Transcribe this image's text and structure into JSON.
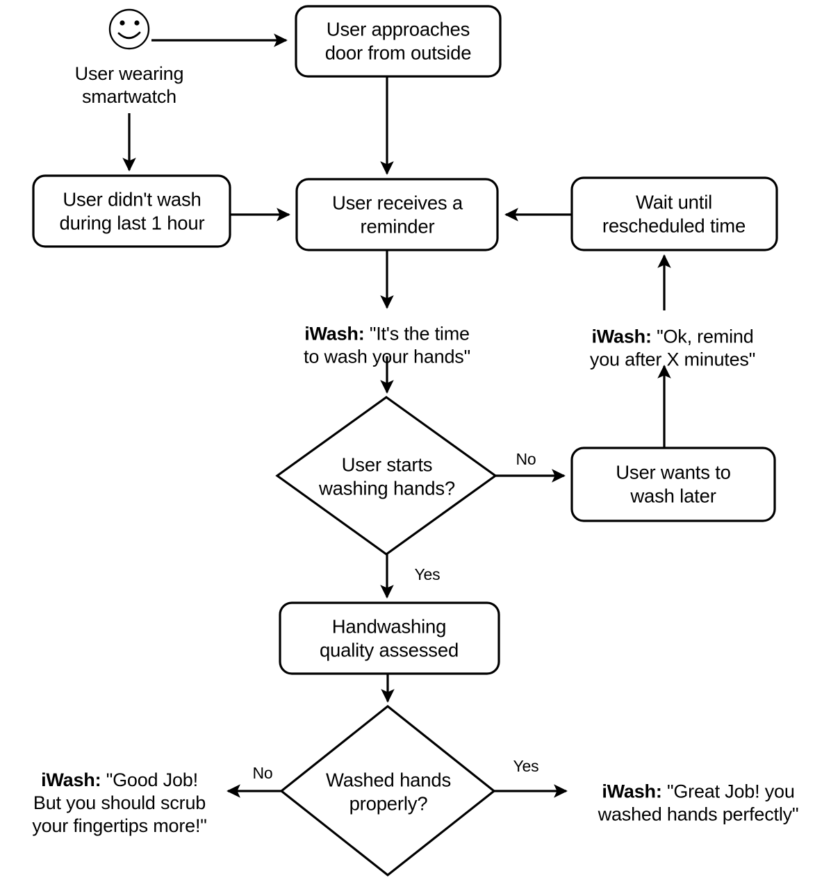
{
  "diagram": {
    "title": "iWash handwashing reminder flowchart",
    "stroke_color": "#000000",
    "fill_color": "#ffffff",
    "background": "#ffffff"
  },
  "actor": {
    "icon": "smiley-face-icon",
    "caption": "User wearing\nsmartwatch"
  },
  "nodes": {
    "approach_door": "User approaches\ndoor from outside",
    "no_wash_1_hour": "User didn't wash\nduring last 1 hour",
    "receives_reminder": "User receives a\nreminder",
    "wait_rescheduled": "Wait until\nrescheduled time",
    "wants_wash_later": "User wants to\nwash later",
    "quality_assessed": "Handwashing\nquality assessed"
  },
  "decisions": {
    "starts_washing": "User starts\nwashing hands?",
    "washed_properly": "Washed hands\nproperly?"
  },
  "edge_labels": {
    "starts_washing_no": "No",
    "starts_washing_yes": "Yes",
    "washed_properly_no": "No",
    "washed_properly_yes": "Yes"
  },
  "speech": {
    "time_to_wash": {
      "speaker": "iWash:",
      "message": "\"It's the time\nto wash your hands\""
    },
    "remind_later": {
      "speaker": "iWash:",
      "message": "\"Ok, remind\nyou after X minutes\""
    },
    "good_job": {
      "speaker": "iWash:",
      "message": "\"Good Job!\nBut you should scrub\nyour fingertips more!\""
    },
    "great_job": {
      "speaker": "iWash:",
      "message": "\"Great Job! you\nwashed hands perfectly\""
    }
  }
}
